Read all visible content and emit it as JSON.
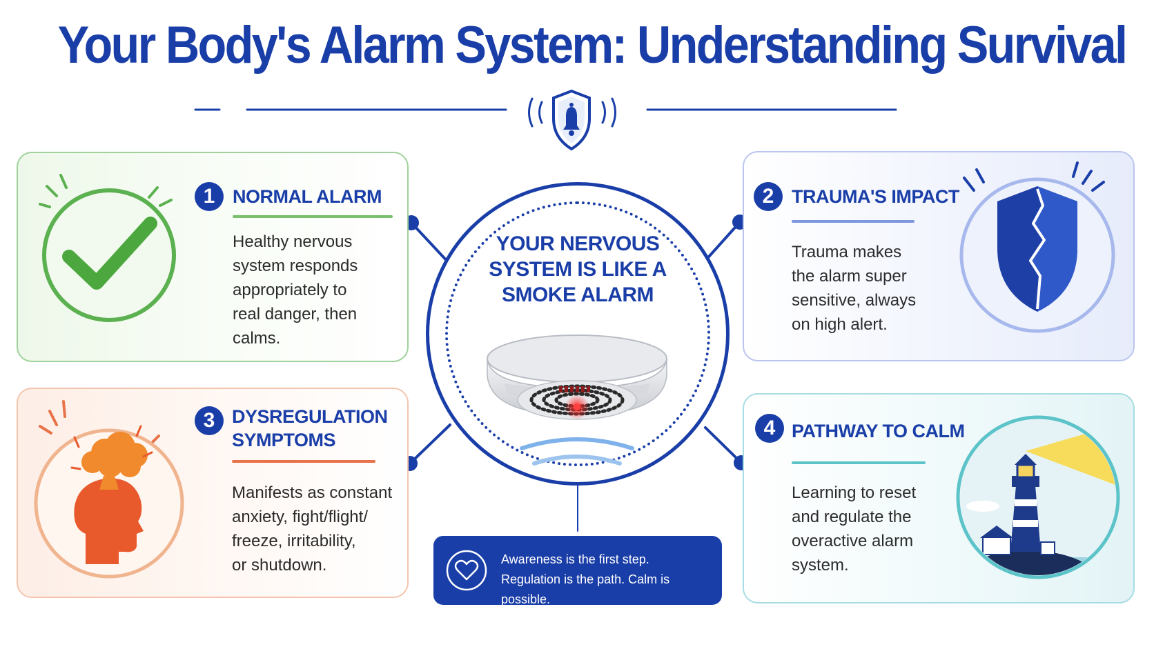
{
  "title": "Your Body's Alarm System: Understanding Survival",
  "center": {
    "title_lines": [
      "YOUR NERVOUS",
      "SYSTEM IS LIKE A",
      "SMOKE ALARM"
    ]
  },
  "cards": [
    {
      "number": "1",
      "title": "NORMAL ALARM",
      "text_lines": [
        "Healthy nervous",
        "system responds",
        "appropriately to",
        "real danger, then",
        "calms."
      ],
      "accent": "#5bb04f",
      "icon": "checkmark-icon"
    },
    {
      "number": "2",
      "title": "TRAUMA'S IMPACT",
      "text_lines": [
        "Trauma makes",
        "the alarm super",
        "sensitive, always",
        "on high alert."
      ],
      "accent": "#5f7fd6",
      "icon": "cracked-shield-icon"
    },
    {
      "number": "3",
      "title_lines": [
        "DYSREGULATION",
        "SYMPTOMS"
      ],
      "text_lines": [
        "Manifests as constant",
        "anxiety, fight/flight/",
        "freeze, irritability,",
        "or shutdown."
      ],
      "accent": "#e8724a",
      "icon": "exploding-head-icon"
    },
    {
      "number": "4",
      "title": "PATHWAY TO CALM",
      "text_lines": [
        "Learning to reset",
        "and regulate the",
        "overactive alarm",
        "system."
      ],
      "accent": "#4fbdc4",
      "icon": "lighthouse-icon"
    }
  ],
  "banner": {
    "lines": [
      "Awareness is the first step.",
      "Regulation is the path. Calm is possible."
    ],
    "icon": "heart-icon"
  },
  "colors": {
    "brand_blue": "#1a3ea8",
    "green": "#5bb04f",
    "orange": "#e8724a",
    "teal": "#4fbdc4"
  }
}
